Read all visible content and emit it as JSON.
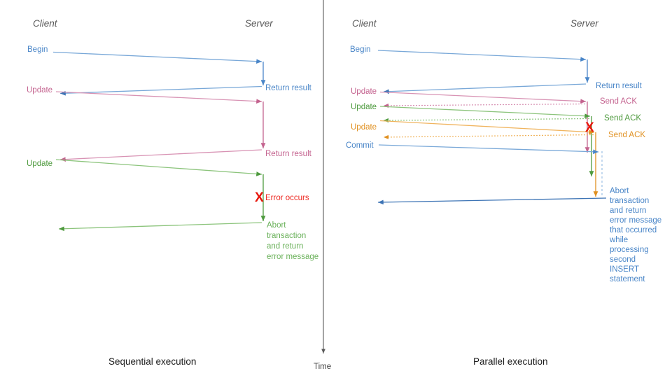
{
  "colors": {
    "blue": "#4a86c8",
    "blue_light": "#79a8d8",
    "blue_dark": "#3d74b5",
    "pink": "#c4638f",
    "pink_light": "#d893b4",
    "green": "#4e9a3e",
    "green_light": "#8cc47c",
    "orange": "#e09020",
    "orange_light": "#f0b45e",
    "red": "#e8160c",
    "red_text": "#ee2a22",
    "axis": "#595959",
    "header": "#595959",
    "caption": "#1a1a1a"
  },
  "time_axis": {
    "label": "Time",
    "icon": "down-arrow-icon"
  },
  "panels": [
    {
      "id": "sequential",
      "caption": "Sequential execution",
      "headers": {
        "client": "Client",
        "server": "Server"
      },
      "messages": [
        {
          "label": "Begin",
          "color_key": "blue",
          "dir": "to-server"
        },
        {
          "label": "Return result",
          "color_key": "blue",
          "dir": "to-client"
        },
        {
          "label": "Update",
          "color_key": "pink",
          "dir": "to-server"
        },
        {
          "label": "Return result",
          "color_key": "pink",
          "dir": "to-client"
        },
        {
          "label": "Update",
          "color_key": "green",
          "dir": "to-server"
        }
      ],
      "error": {
        "marker": "X",
        "label": "Error occurs",
        "color_key": "red"
      },
      "abort_note": {
        "lines": [
          "Abort",
          "transaction",
          "and return",
          "error message"
        ],
        "color_key": "green"
      }
    },
    {
      "id": "parallel",
      "caption": "Parallel execution",
      "headers": {
        "client": "Client",
        "server": "Server"
      },
      "messages": [
        {
          "label": "Begin",
          "color_key": "blue",
          "dir": "to-server"
        },
        {
          "label": "Return result",
          "color_key": "blue",
          "dir": "to-client"
        },
        {
          "label": "Update",
          "color_key": "pink",
          "dir": "to-server"
        },
        {
          "label": "Send ACK",
          "color_key": "pink",
          "dir": "to-client",
          "dashed": true
        },
        {
          "label": "Update",
          "color_key": "green",
          "dir": "to-server"
        },
        {
          "label": "Send ACK",
          "color_key": "green",
          "dir": "to-client",
          "dashed": true
        },
        {
          "label": "Update",
          "color_key": "orange",
          "dir": "to-server"
        },
        {
          "label": "Send ACK",
          "color_key": "orange",
          "dir": "to-client",
          "dashed": true
        },
        {
          "label": "Commit",
          "color_key": "blue",
          "dir": "to-server"
        }
      ],
      "error": {
        "marker": "X",
        "color_key": "red"
      },
      "abort_note": {
        "lines": [
          "Abort",
          "transaction",
          "and return",
          "error message",
          "that occurred",
          "while",
          "processing",
          "second",
          "INSERT",
          "statement"
        ],
        "color_key": "blue"
      }
    }
  ],
  "left_labels": {
    "begin": "Begin",
    "update1": "Update",
    "update2": "Update",
    "update3": "Update",
    "commit": "Commit",
    "return_result_1": "Return result",
    "return_result_2": "Return result",
    "ack1": "Send ACK",
    "ack2": "Send ACK",
    "ack3": "Send ACK",
    "error_occurs": "Error occurs",
    "x_marker": "X"
  },
  "abort_left": {
    "l1": "Abort",
    "l2": "transaction",
    "l3": "and return",
    "l4": "error message"
  },
  "abort_right": {
    "l1": "Abort",
    "l2": "transaction",
    "l3": "and return",
    "l4": "error message",
    "l5": "that occurred",
    "l6": "while",
    "l7": "processing",
    "l8": "second",
    "l9": "INSERT",
    "l10": "statement"
  }
}
